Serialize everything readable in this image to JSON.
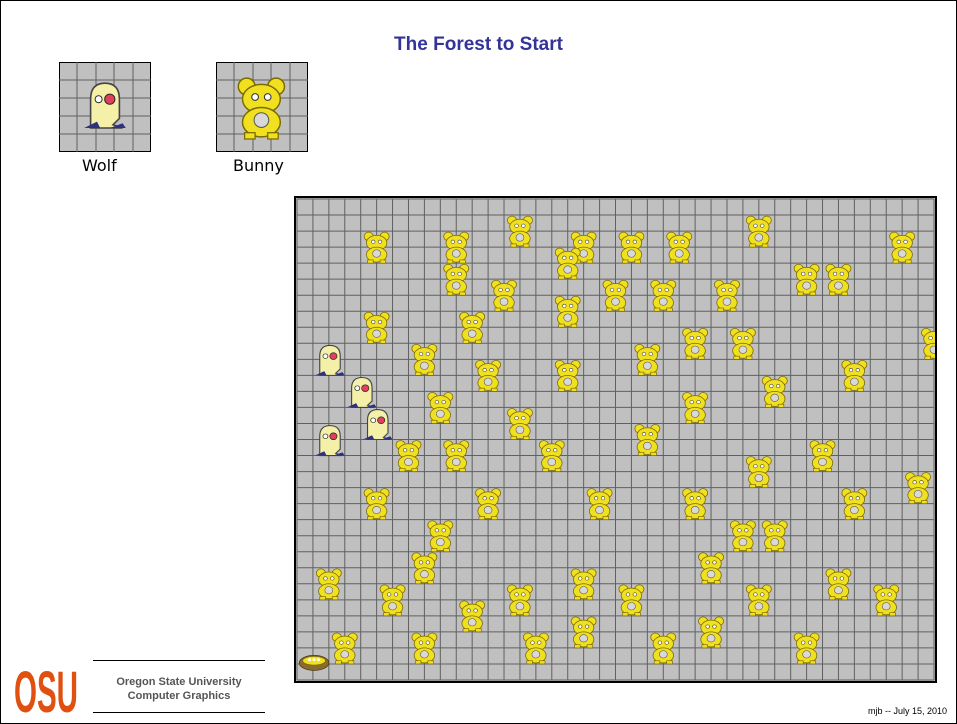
{
  "slide": {
    "title": "The Forest to Start",
    "legend": [
      {
        "name": "wolf",
        "label": "Wolf"
      },
      {
        "name": "bunny",
        "label": "Bunny"
      }
    ],
    "logo_text": "OSU",
    "institution_line1": "Oregon State University",
    "institution_line2": "Computer Graphics",
    "footer": "mjb -- July 15, 2010"
  },
  "forest": {
    "columns": 40,
    "rows": 30,
    "grid_color": "#606060",
    "cell_color": "#c0c0c0",
    "wolves": [
      [
        1,
        9
      ],
      [
        3,
        11
      ],
      [
        4,
        13
      ],
      [
        1,
        14
      ]
    ],
    "bunnies": [
      [
        13,
        1
      ],
      [
        28,
        1
      ],
      [
        4,
        2
      ],
      [
        9,
        2
      ],
      [
        17,
        2
      ],
      [
        20,
        2
      ],
      [
        23,
        2
      ],
      [
        37,
        2
      ],
      [
        16,
        3
      ],
      [
        9,
        4
      ],
      [
        31,
        4
      ],
      [
        33,
        4
      ],
      [
        12,
        5
      ],
      [
        19,
        5
      ],
      [
        22,
        5
      ],
      [
        26,
        5
      ],
      [
        16,
        6
      ],
      [
        4,
        7
      ],
      [
        10,
        7
      ],
      [
        24,
        8
      ],
      [
        27,
        8
      ],
      [
        39,
        8
      ],
      [
        7,
        9
      ],
      [
        21,
        9
      ],
      [
        11,
        10
      ],
      [
        16,
        10
      ],
      [
        34,
        10
      ],
      [
        29,
        11
      ],
      [
        8,
        12
      ],
      [
        24,
        12
      ],
      [
        13,
        13
      ],
      [
        21,
        14
      ],
      [
        6,
        15
      ],
      [
        9,
        15
      ],
      [
        15,
        15
      ],
      [
        32,
        15
      ],
      [
        28,
        16
      ],
      [
        38,
        17
      ],
      [
        4,
        18
      ],
      [
        11,
        18
      ],
      [
        18,
        18
      ],
      [
        24,
        18
      ],
      [
        34,
        18
      ],
      [
        8,
        20
      ],
      [
        27,
        20
      ],
      [
        29,
        20
      ],
      [
        7,
        22
      ],
      [
        25,
        22
      ],
      [
        1,
        23
      ],
      [
        17,
        23
      ],
      [
        33,
        23
      ],
      [
        5,
        24
      ],
      [
        13,
        24
      ],
      [
        20,
        24
      ],
      [
        28,
        24
      ],
      [
        36,
        24
      ],
      [
        10,
        25
      ],
      [
        17,
        26
      ],
      [
        25,
        26
      ],
      [
        2,
        27
      ],
      [
        7,
        27
      ],
      [
        14,
        27
      ],
      [
        22,
        27
      ],
      [
        31,
        27
      ]
    ],
    "nest": [
      0,
      28
    ]
  }
}
